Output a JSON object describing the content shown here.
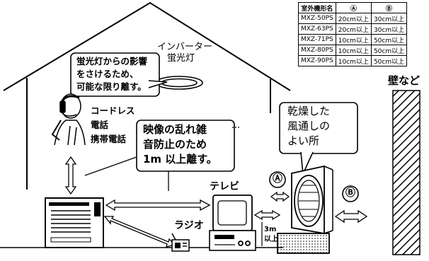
{
  "table": {
    "headers": [
      "室外機形名",
      "Ⓐ",
      "Ⓑ"
    ],
    "rows": [
      [
        "MXZ-50PS",
        "20cm以上",
        "30cm以上"
      ],
      [
        "MXZ-63PS",
        "20cm以上",
        "30cm以上"
      ],
      [
        "MXZ-71PS",
        "10cm以上",
        "50cm以上"
      ],
      [
        "MXZ-80PS",
        "10cm以上",
        "50cm以上"
      ],
      [
        "MXZ-90PS",
        "10cm以上",
        "50cm以上"
      ]
    ]
  },
  "labels": {
    "wall": "壁など",
    "inverter_line1": "インバーター",
    "inverter_line2": "蛍光灯",
    "fluorescent_note_line1": "蛍光灯からの影響",
    "fluorescent_note_line2": "をさけるため、",
    "fluorescent_note_line3": "可能な限り離す。",
    "phone_line1": "コードレス",
    "phone_line2": "電話",
    "phone_line3": "携帯電話",
    "noise_note_line1": "映像の乱れ雑",
    "noise_note_line2": "音防止のため",
    "noise_note_line3": "1m 以上離す。",
    "dry_note_line1": "乾燥した",
    "dry_note_line2": "風通しの",
    "dry_note_line3": "よい所",
    "tv": "テレビ",
    "radio": "ラジオ",
    "distance_a": "Ⓐ",
    "distance_b": "Ⓑ",
    "height_line1": "3m",
    "height_line2": "以上"
  }
}
